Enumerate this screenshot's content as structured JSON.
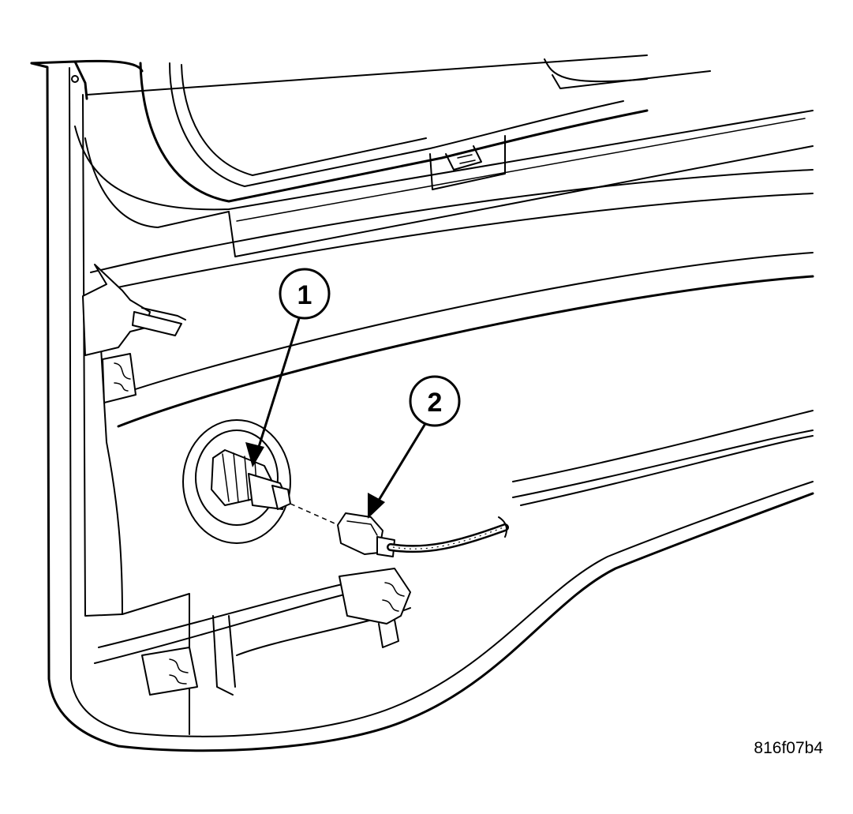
{
  "callouts": [
    {
      "number": "1"
    },
    {
      "number": "2"
    }
  ],
  "figure_id": "816f07b4"
}
